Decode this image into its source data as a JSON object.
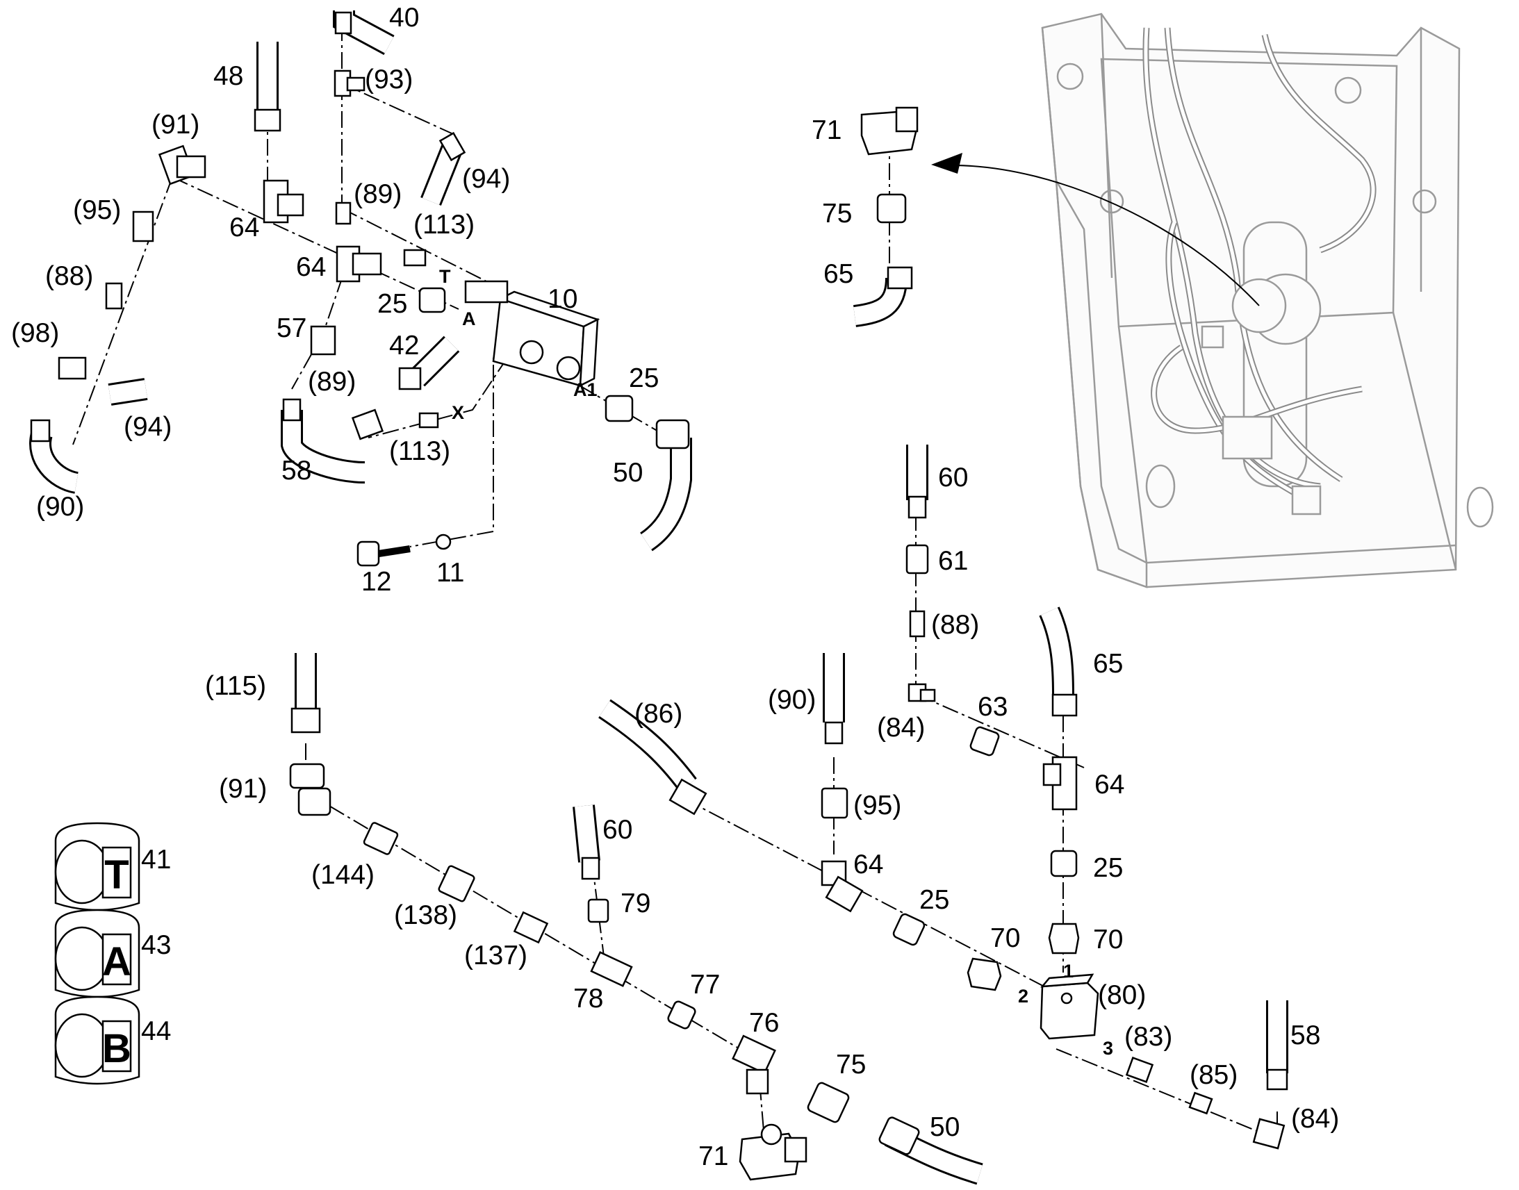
{
  "diagram": {
    "callouts": {
      "p40": "40",
      "p93": "(93)",
      "p48": "48",
      "p91a": "(91)",
      "p94a": "(94)",
      "p89a": "(89)",
      "p113a": "(113)",
      "p95a": "(95)",
      "p64a": "64",
      "p64b": "64",
      "p88a": "(88)",
      "p25a": "25",
      "p10": "10",
      "p57": "57",
      "p42": "42",
      "p98": "(98)",
      "p89b": "(89)",
      "p113b": "(113)",
      "p25b": "25",
      "p94b": "(94)",
      "p58a": "58",
      "p90a": "(90)",
      "p50a": "50",
      "p12": "12",
      "p11": "11",
      "p71a": "71",
      "p75a": "75",
      "p65a": "65",
      "p60a": "60",
      "p61": "61",
      "p88b": "(88)",
      "p65b": "65",
      "p115": "(115)",
      "p86": "(86)",
      "p90b": "(90)",
      "p84a": "(84)",
      "p63": "63",
      "p64c": "64",
      "p91b": "(91)",
      "p95b": "(95)",
      "p60b": "60",
      "p64d": "64",
      "p41": "41",
      "p144": "(144)",
      "p79": "79",
      "p25c": "25",
      "p25d": "25",
      "p43": "43",
      "p138": "(138)",
      "p70a": "70",
      "p70b": "70",
      "p137": "(137)",
      "p78": "78",
      "p77": "77",
      "p80": "(80)",
      "p44": "44",
      "p76": "76",
      "p83": "(83)",
      "p58b": "58",
      "p75b": "75",
      "p85": "(85)",
      "p84b": "(84)",
      "p50b": "50",
      "p71b": "71"
    },
    "ports": {
      "T": "T",
      "A": "A",
      "A1": "A1",
      "X": "X",
      "n1": "1",
      "n2": "2",
      "n3": "3"
    },
    "caps": {
      "T": "T",
      "A": "A",
      "B": "B"
    }
  }
}
